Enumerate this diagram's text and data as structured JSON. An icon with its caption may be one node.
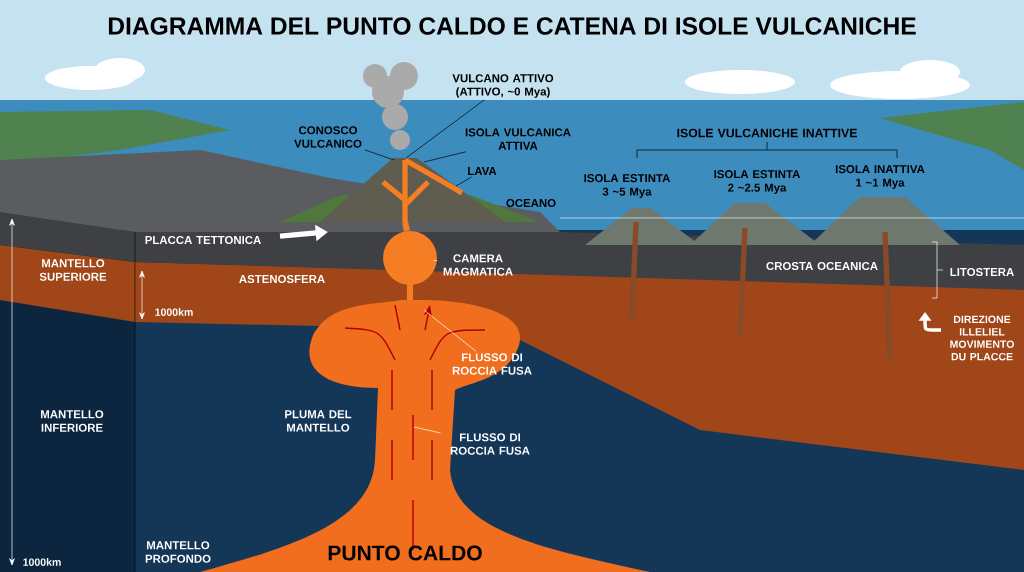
{
  "diagram": {
    "title": "DIAGRAMMA DEL PUNTO CALDO E CATENA DI ISOLE VULCANICHE",
    "nodes": [
      {
        "text": [
          "VULCANO ATTIVO (ATTIVO, ~0 Mya)"
        ]
      },
      {
        "text": [
          "CONOSCO VULCANICO"
        ]
      },
      {
        "text": [
          "ISOLA VULCANICA ATTIVA"
        ]
      },
      {
        "text": [
          "LAVA"
        ]
      },
      {
        "text": [
          "CAMERA MAGMATICA"
        ]
      },
      {
        "text": [
          "FLUSSO DI ROCCIA FUSA"
        ]
      },
      {
        "text": [
          "FLUSSO DI ROCCIA FUSA"
        ]
      },
      {
        "text": [],
        "shape": "picture"
      },
      {
        "text": [],
        "shape": "circle"
      },
      {
        "text": [],
        "shape": "picture"
      }
    ],
    "edges": [
      {
        "from": 0,
        "to": 7,
        "arrow": "none"
      },
      {
        "from": 1,
        "to": 7,
        "arrow": "none"
      },
      {
        "from": 2,
        "to": 7,
        "arrow": "none"
      },
      {
        "from": 3,
        "to": 7,
        "arrow": "none"
      },
      {
        "from": 4,
        "to": 8,
        "arrow": "none",
        "color": "#ffffff"
      },
      {
        "from": 5,
        "to": 9,
        "arrow": "none",
        "color": "#ffffff"
      },
      {
        "from": 6,
        "to": 9,
        "arrow": "none",
        "color": "#ffffff"
      }
    ],
    "labels": [
      "ISOLE VULCANICHE INATTIVE",
      "ISOLA ESTINTA 3 ~5 Mya",
      "ISOLA ESTINTA 2 ~2.5 Mya",
      "ISOLA INATTIVA 1 ~1 Mya",
      "OCEANO",
      "PLACCA TETTONICA",
      "MANTELLO SUPERIORE",
      "ASTENOSFERA",
      "CROSTA OCEANICA",
      "LITOSTERA",
      "1000km",
      "DIREZIONE ILLELIEL MOVIMENTO DU PLACCE",
      "MANTELLO INFERIORE",
      "PLUMA DEL MANTELLO",
      "1000km",
      "MANTELLO PROFONDO",
      "PUNTO CALDO"
    ]
  }
}
